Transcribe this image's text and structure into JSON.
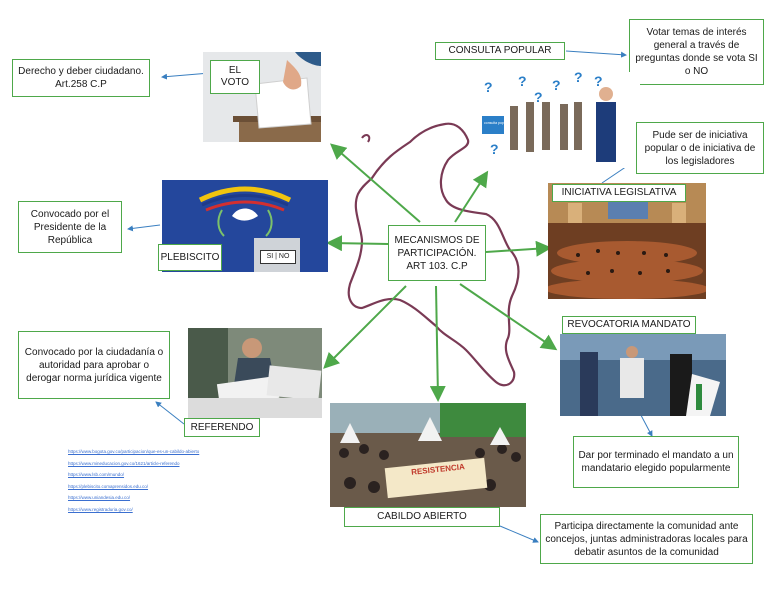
{
  "center": {
    "text": "MECANISMOS DE PARTICIPACIÓN. ART 103. C.P"
  },
  "mechanisms": {
    "voto": {
      "label": "EL VOTO",
      "description": "Derecho y deber ciudadano. Art.258 C.P"
    },
    "consulta": {
      "label": "CONSULTA POPULAR",
      "description": "Votar temas de interés general a través de preguntas donde se vota SI o NO"
    },
    "plebiscito": {
      "label": "PLEBISCITO",
      "description": "Convocado por el Presidente de la República"
    },
    "iniciativa": {
      "label": "INICIATIVA LEGISLATIVA",
      "description": "Pude ser de iniciativa popular o de iniciativa de los legisladores"
    },
    "revocatoria": {
      "label": "REVOCATORIA MANDATO",
      "description": "Dar por terminado el mandato a un mandatario elegido popularmente"
    },
    "referendo": {
      "label": "REFERENDO",
      "description": "Convocado por la ciudadanía o autoridad para aprobar o derogar norma jurídica vigente"
    },
    "cabildo": {
      "label": "CABILDO ABIERTO",
      "description": "Participa directamente la comunidad ante concejos, juntas administradoras locales para debatir asuntos de la comunidad"
    }
  },
  "images": {
    "consulta_sign": "consulta popular",
    "plebiscito_ballot": "SI | NO",
    "cabildo_banner": "RESISTENCIA"
  },
  "references": [
    "https://www.bogota.gov.co/participacion/que-es-un-cabildo-abierto",
    "https://www.mineducacion.gov.co/1621/article-referendo",
    "https://www.lsb.com/mundo/",
    "https://plebiscito.comaprensidos.edu.co/",
    "https://www.uniandesia.edu.co/",
    "https://www.registraduria.gov.co/"
  ],
  "colors": {
    "line": "#4ea84a",
    "arrow_blue": "#3a7fc0",
    "map_outline": "#7a3a55"
  }
}
